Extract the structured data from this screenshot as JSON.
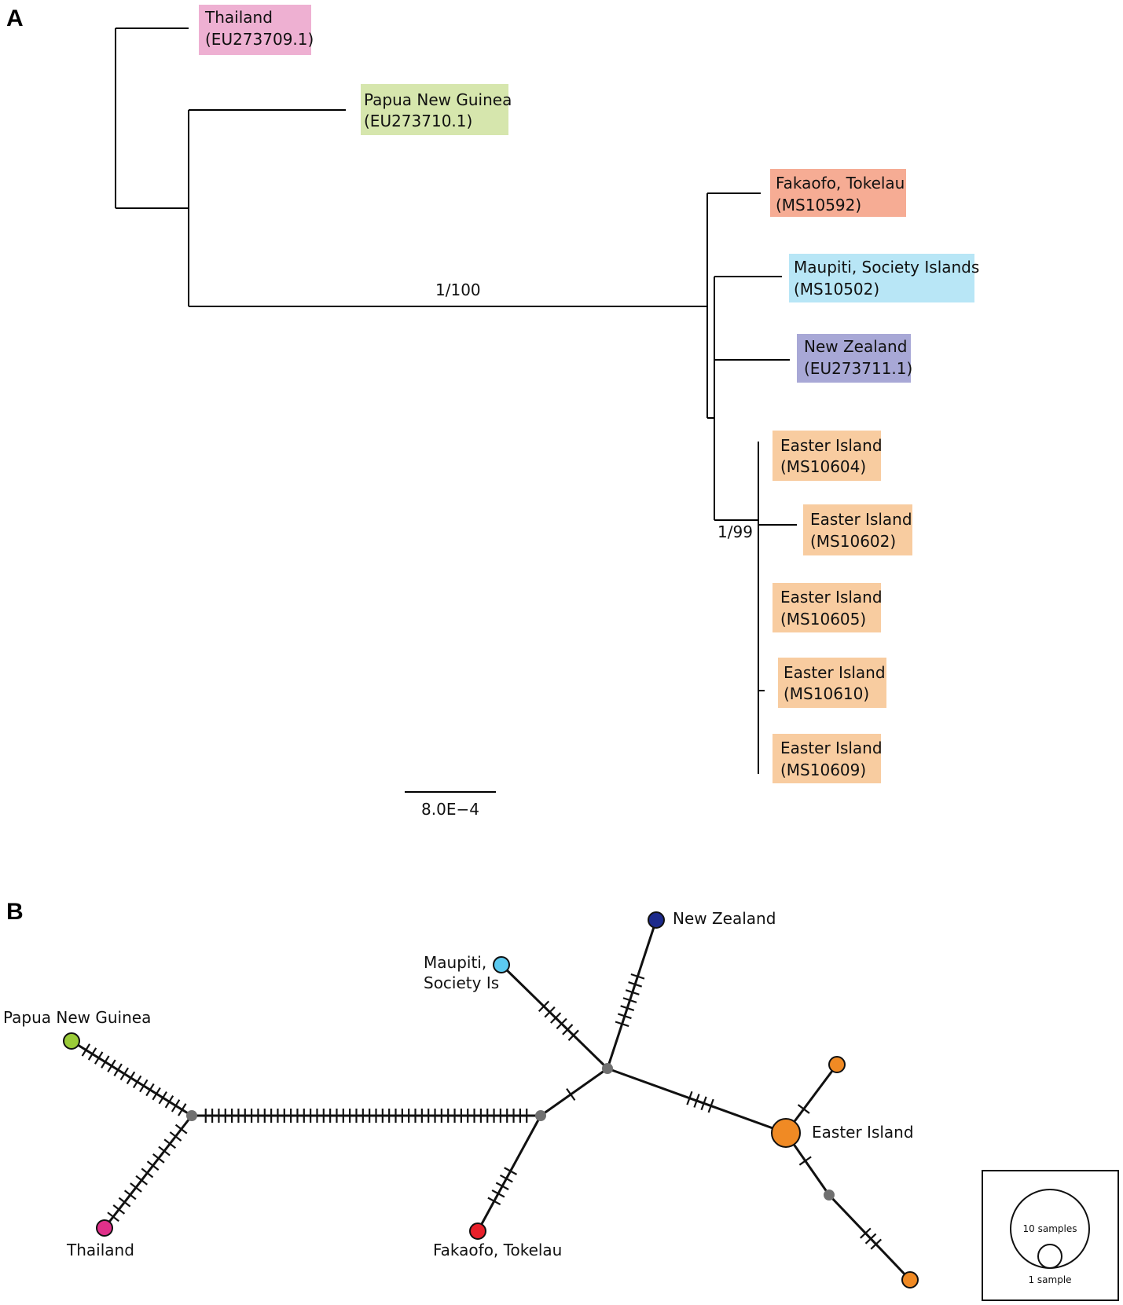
{
  "panel_a": {
    "letter": "A",
    "tips": [
      {
        "place": "Thailand",
        "accession": "(EU273709.1)",
        "color": "#eeb0d2"
      },
      {
        "place": "Papua New Guinea",
        "accession": "(EU273710.1)",
        "color": "#d6e6ad"
      },
      {
        "place": "Fakaofo, Tokelau",
        "accession": "(MS10592)",
        "color": "#f6ac94"
      },
      {
        "place": "Maupiti, Society Islands",
        "accession": "(MS10502)",
        "color": "#b8e6f6"
      },
      {
        "place": "New Zealand",
        "accession": "(EU273711.1)",
        "color": "#a8a8d6"
      },
      {
        "place": "Easter Island",
        "accession": "(MS10604)",
        "color": "#f8cca0"
      },
      {
        "place": "Easter Island",
        "accession": "(MS10602)",
        "color": "#f8cca0"
      },
      {
        "place": "Easter Island",
        "accession": "(MS10605)",
        "color": "#f8cca0"
      },
      {
        "place": "Easter Island",
        "accession": "(MS10610)",
        "color": "#f8cca0"
      },
      {
        "place": "Easter Island",
        "accession": "(MS10609)",
        "color": "#f8cca0"
      }
    ],
    "support_values": [
      "1/100",
      "1/99"
    ],
    "scale_bar": "8.0E−4"
  },
  "panel_b": {
    "letter": "B",
    "nodes": [
      {
        "label": "Papua New Guinea",
        "color": "#9acb38"
      },
      {
        "label": "Thailand",
        "color": "#e0308a"
      },
      {
        "label": "Fakaofo, Tokelau",
        "color": "#e8202a"
      },
      {
        "label": "Maupiti,",
        "label2": "Society Is",
        "color": "#5ccaf0"
      },
      {
        "label": "New Zealand",
        "color": "#1c2a8c"
      },
      {
        "label": "Easter Island",
        "color": "#f08a24"
      }
    ],
    "median_vector_color": "#707070",
    "legend": {
      "large": "10 samples",
      "small": "1 sample"
    }
  }
}
